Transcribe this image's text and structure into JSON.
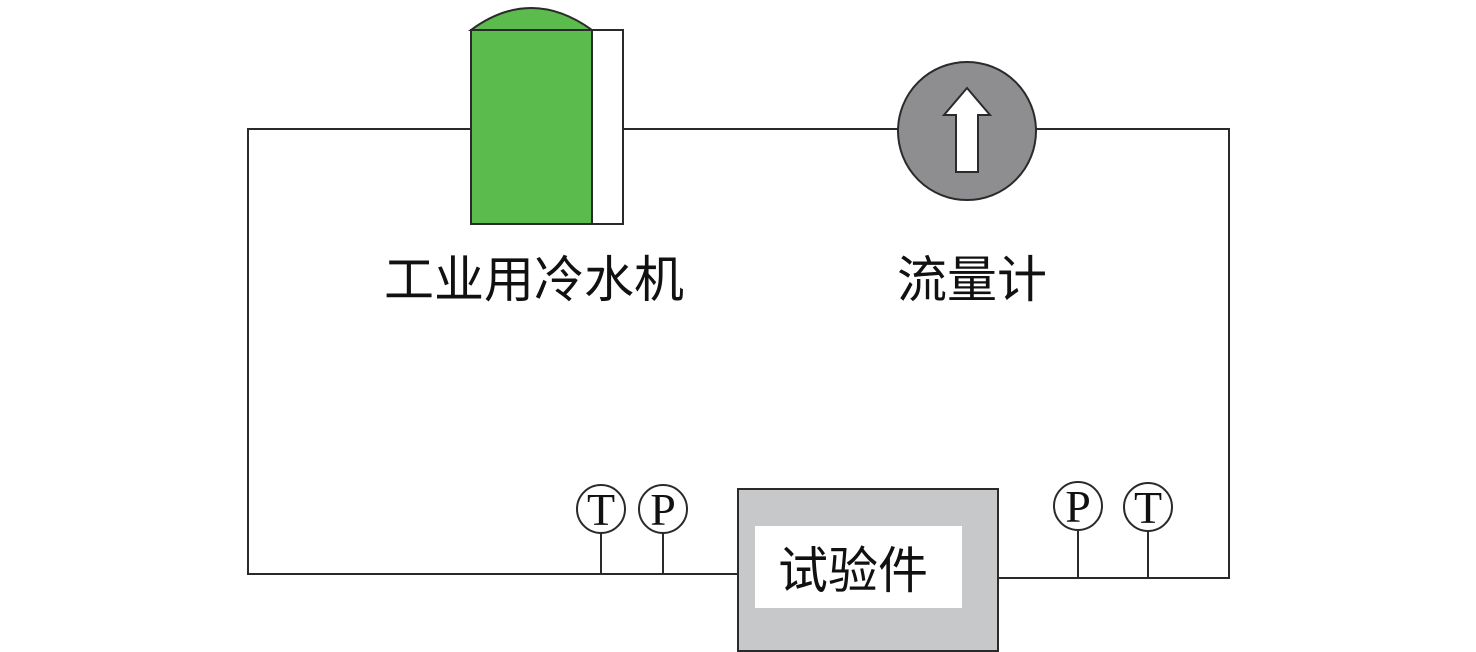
{
  "labels": {
    "chiller": "工业用冷水机",
    "flowmeter": "流量计",
    "test_piece": "试验件"
  },
  "gauges": {
    "left_1": "T",
    "left_2": "P",
    "right_1": "P",
    "right_2": "T"
  },
  "colors": {
    "chiller_fill": "#5bbb4c",
    "flowmeter_fill": "#8e8e90",
    "test_piece_fill": "#c7c8ca",
    "pipe": "#2a2a2a"
  }
}
